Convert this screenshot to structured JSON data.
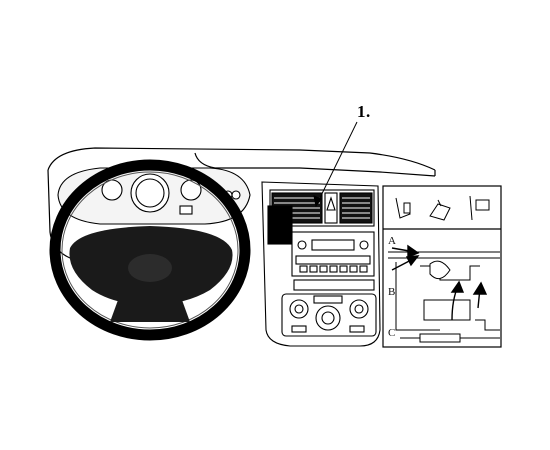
{
  "callout_label": "1.",
  "detail_letters": [
    "A",
    "B",
    "C"
  ],
  "colors": {
    "ink": "#000000",
    "background": "#ffffff",
    "wheel_fill": "#1a1a1a",
    "dash_fill": "#f4f4f4"
  }
}
